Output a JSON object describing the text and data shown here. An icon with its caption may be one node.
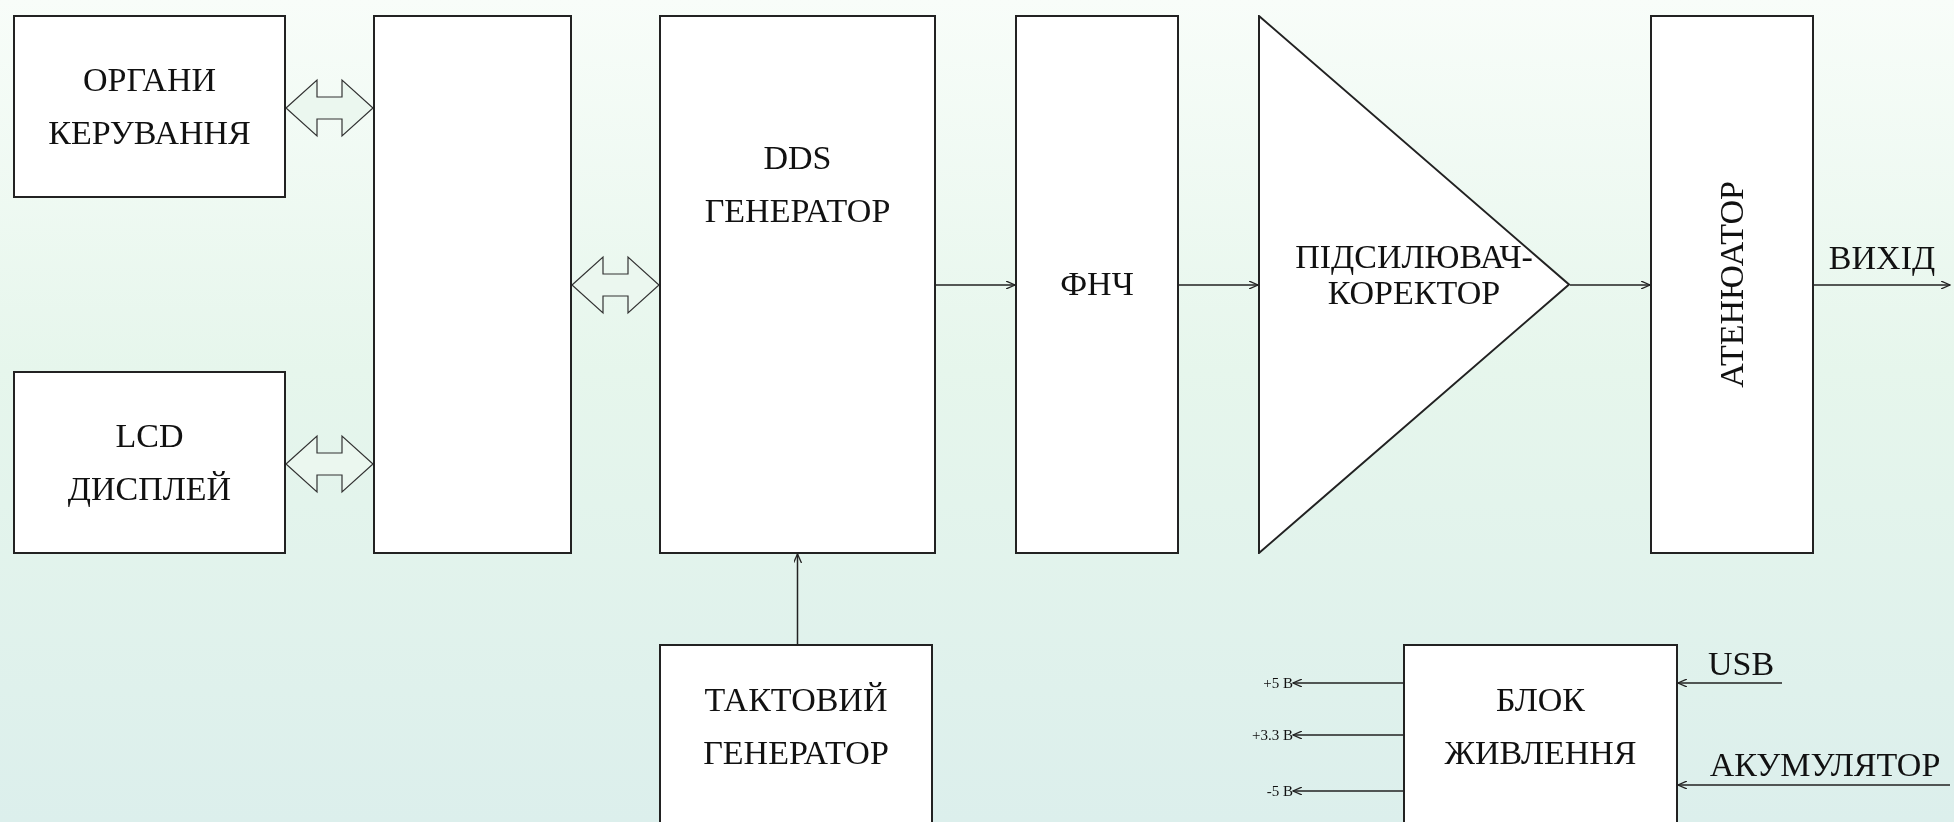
{
  "diagram": {
    "nodes": [
      {
        "text": [
          "ОРГАНИ КЕРУВАННЯ"
        ]
      },
      {
        "text": [
          "LCD ДИСПЛЕЙ"
        ]
      },
      {
        "text": [],
        "shape": "box"
      },
      {
        "text": [
          "DDS ГЕНЕРАТОР"
        ]
      },
      {
        "text": [
          "ФНЧ"
        ]
      },
      {
        "text": [
          "ПІДСИЛЮВАЧ-КОРЕКТОР"
        ]
      },
      {
        "text": [
          "АТЕНЮАТОР"
        ]
      },
      {
        "text": [
          "ТАКТОВИЙ ГЕНЕРАТОР"
        ]
      },
      {
        "text": [
          "БЛОК ЖИВЛЕННЯ"
        ]
      },
      {
        "text": [
          "+5 В"
        ]
      },
      {
        "text": [
          "+3.3 В"
        ]
      },
      {
        "text": [
          "-5 В"
        ]
      },
      {
        "text": [
          "USB"
        ]
      },
      {
        "text": [
          "АКУМУЛЯТОР"
        ]
      }
    ],
    "edges": [
      {
        "from": 0,
        "to": 2,
        "arrow": "both",
        "style": "thick"
      },
      {
        "from": 1,
        "to": 2,
        "arrow": "both",
        "style": "thick"
      },
      {
        "from": 2,
        "to": 3,
        "arrow": "both",
        "style": "thick"
      },
      {
        "from": 3,
        "to": 4,
        "arrow": "to"
      },
      {
        "from": 4,
        "to": 5,
        "arrow": "to"
      },
      {
        "from": 5,
        "to": 6,
        "arrow": "to"
      },
      {
        "from": 6,
        "to": null,
        "arrow": "to",
        "label": "ВИХІД"
      },
      {
        "from": 7,
        "to": 3,
        "arrow": "to"
      },
      {
        "from": 8,
        "to": 9,
        "arrow": "to"
      },
      {
        "from": 8,
        "to": 10,
        "arrow": "to"
      },
      {
        "from": 8,
        "to": 11,
        "arrow": "to"
      },
      {
        "from": 12,
        "to": 8,
        "arrow": "to"
      },
      {
        "from": 13,
        "to": 8,
        "arrow": "to"
      }
    ]
  }
}
